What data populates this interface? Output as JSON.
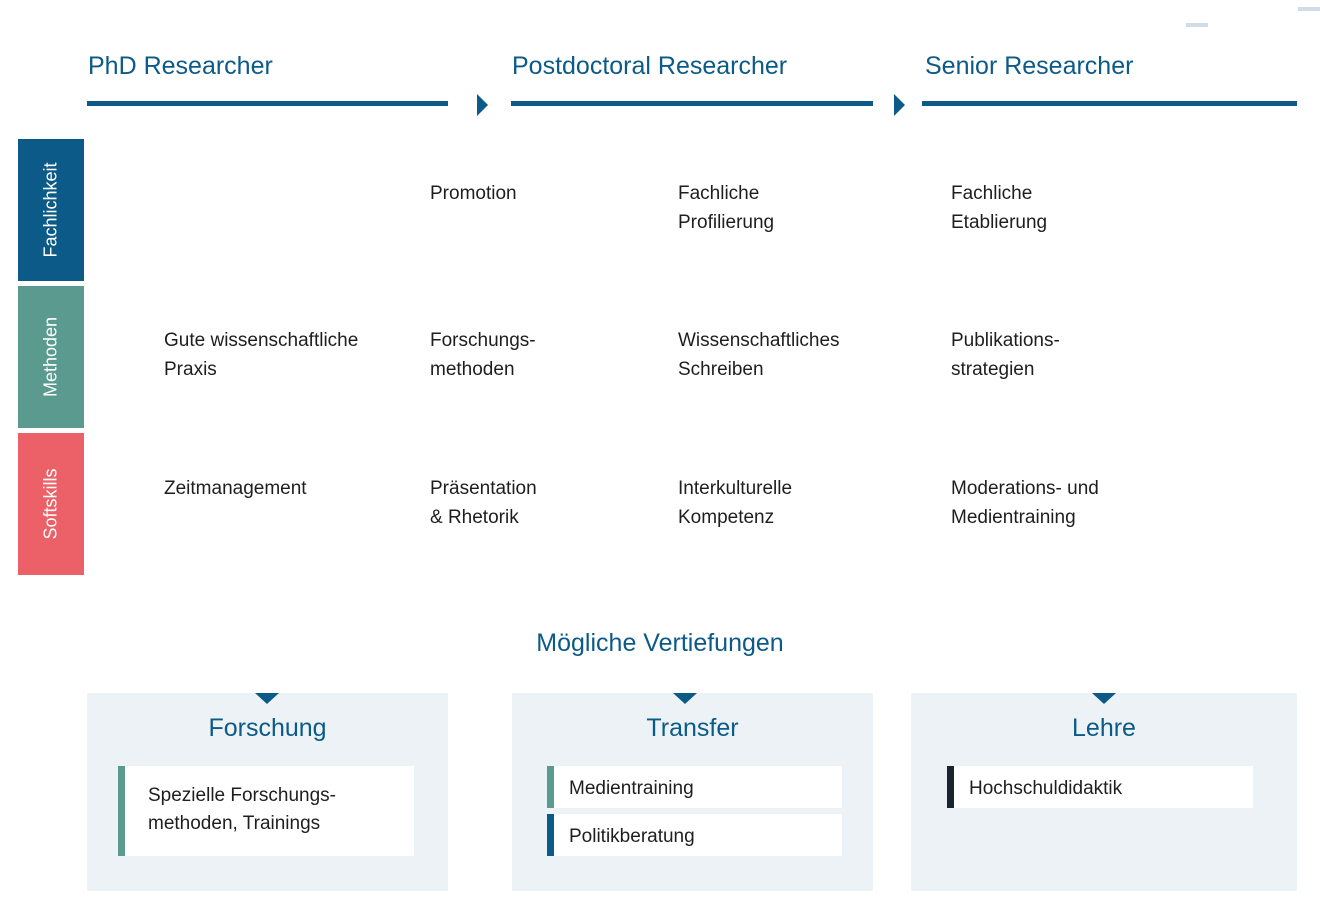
{
  "stages": [
    {
      "title": "PhD Researcher"
    },
    {
      "title": "Postdoctoral Researcher"
    },
    {
      "title": "Senior Researcher"
    }
  ],
  "categories": [
    {
      "label": "Fachlichkeit",
      "color": "#0b5a87"
    },
    {
      "label": "Methoden",
      "color": "#5a9a8f"
    },
    {
      "label": "Softskills",
      "color": "#ec6168"
    }
  ],
  "grid": {
    "fachlichkeit": [
      "",
      "Promotion",
      "Fachliche\nProfilierung",
      "Fachliche\nEtablierung"
    ],
    "methoden": [
      "Gute wissenschaftliche\nPraxis",
      "Forschungs-\nmethoden",
      "Wissenschaftliches\nSchreiben",
      "Publikations-\nstrategien"
    ],
    "softskills": [
      "Zeitmanagement",
      "Präsentation\n& Rhetorik",
      "Interkulturelle\nKompetenz",
      "Moderations- und\nMedientraining"
    ]
  },
  "vertiefungen": {
    "title": "Mögliche Vertiefungen",
    "panels": [
      {
        "title": "Forschung",
        "items": [
          {
            "label": "Spezielle Forschungs-\nmethoden, Trainings",
            "color": "#5a9a8f"
          }
        ]
      },
      {
        "title": "Transfer",
        "items": [
          {
            "label": "Medientraining",
            "color": "#5a9a8f"
          },
          {
            "label": "Politikberatung",
            "color": "#0b5a87"
          }
        ]
      },
      {
        "title": "Lehre",
        "items": [
          {
            "label": "Hochschuldidaktik",
            "color": "#1a2330"
          }
        ]
      }
    ]
  }
}
